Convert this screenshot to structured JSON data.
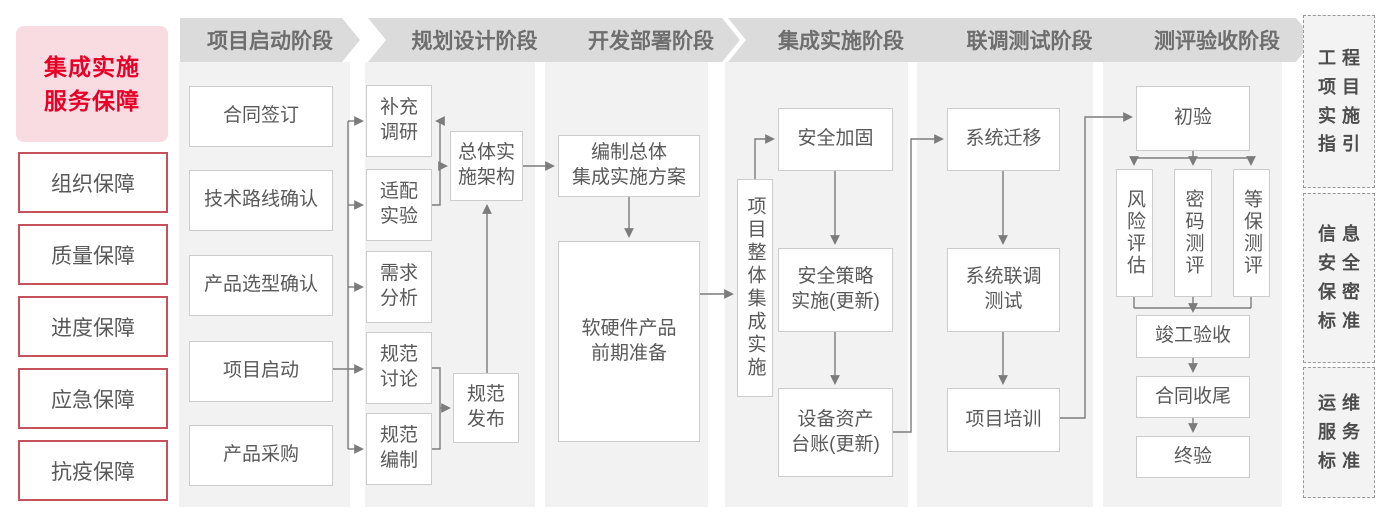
{
  "sidebar": {
    "title": "集成实施\n服务保障",
    "items": [
      {
        "label": "组织保障"
      },
      {
        "label": "质量保障"
      },
      {
        "label": "进度保障"
      },
      {
        "label": "应急保障"
      },
      {
        "label": "抗疫保障"
      }
    ]
  },
  "phases": [
    {
      "header": "项目启动阶段",
      "boxes": [
        "合同签订",
        "技术路线确认",
        "产品选型确认",
        "项目启动",
        "产品采购"
      ]
    },
    {
      "header": "规划设计阶段",
      "boxes": [
        "补充\n调研",
        "适配\n实验",
        "需求\n分析",
        "规范\n讨论",
        "规范\n编制",
        "总体实\n施架构",
        "规范\n发布"
      ]
    },
    {
      "header": "开发部署阶段",
      "boxes": [
        "编制总体\n集成实施方案",
        "软硬件产品\n前期准备"
      ]
    },
    {
      "header": "集成实施阶段",
      "boxes": [
        "项目整体集成实施",
        "安全加固",
        "安全策略\n实施(更新)",
        "设备资产\n台账(更新)"
      ]
    },
    {
      "header": "联调测试阶段",
      "boxes": [
        "系统迁移",
        "系统联调\n测试",
        "项目培训"
      ]
    },
    {
      "header": "测评验收阶段",
      "boxes": [
        "初验",
        "风险评估",
        "密码测评",
        "等保测评",
        "竣工验收",
        "合同收尾",
        "终验"
      ]
    }
  ],
  "right_panel": [
    {
      "label": "工程\n项目\n实施\n指引"
    },
    {
      "label": "信息\n安全\n保密\n标准"
    },
    {
      "label": "运维\n服务\n标准"
    }
  ],
  "colors": {
    "accent_red": "#e60028",
    "pink_bg": "#f9dce2",
    "red_border": "#c5515c",
    "band_gray": "#dbdbdb",
    "column_bg": "#f2f2f2",
    "text_gray": "#595959",
    "line_gray": "#7c7c7c"
  }
}
